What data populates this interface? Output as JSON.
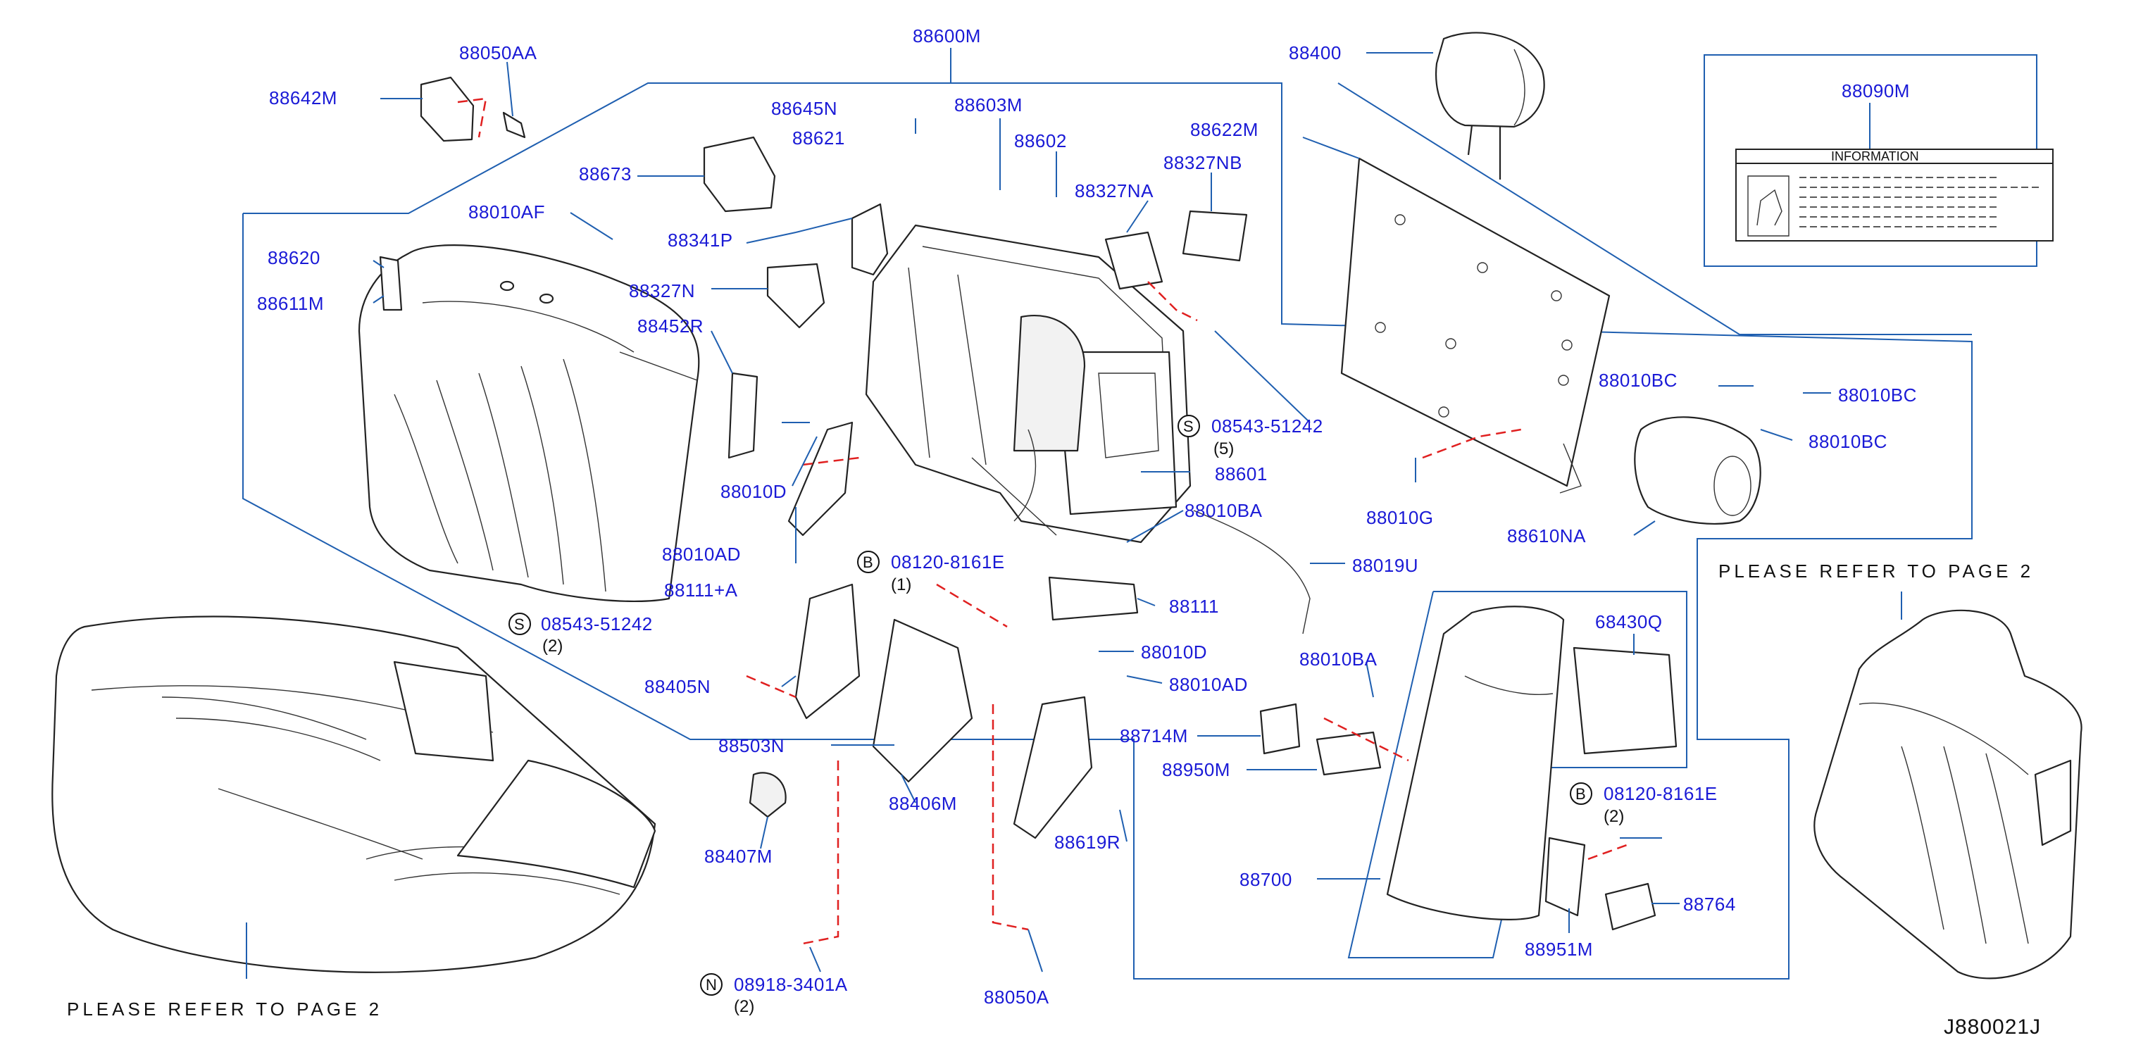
{
  "diagram_code": "J880021J",
  "notes": {
    "page_ref_right": "PLEASE REFER TO PAGE 2",
    "page_ref_left": "PLEASE REFER TO PAGE 2"
  },
  "info_label": {
    "part": "88090M",
    "title": "INFORMATION"
  },
  "parts": {
    "p88050AA": "88050AA",
    "p88642M": "88642M",
    "p88600M": "88600M",
    "p88400": "88400",
    "p88645N": "88645N",
    "p88603M": "88603M",
    "p88621": "88621",
    "p88602": "88602",
    "p88622M": "88622M",
    "p88327NB": "88327NB",
    "p88673": "88673",
    "p88327NA": "88327NA",
    "p88010AF": "88010AF",
    "p88341P": "88341P",
    "p88620": "88620",
    "p88611M": "88611M",
    "p88327N": "88327N",
    "p88452R": "88452R",
    "p88010BC_a": "88010BC",
    "p88010BC_b": "88010BC",
    "p88010BC_c": "88010BC",
    "p88010D": "88010D",
    "p88601": "88601",
    "p88010G": "88010G",
    "p88610NA": "88610NA",
    "p88010AD": "88010AD",
    "p88010BA_a": "88010BA",
    "p88019U": "88019U",
    "p88111A": "88111+A",
    "p88111": "88111",
    "p88010D_b": "88010D",
    "p88010AD_b": "88010AD",
    "p88010BA_b": "88010BA",
    "p68430Q": "68430Q",
    "p88405N": "88405N",
    "p88714M": "88714M",
    "p88503N": "88503N",
    "p88950M": "88950M",
    "p88406M": "88406M",
    "p88619R": "88619R",
    "p88407M": "88407M",
    "p88700": "88700",
    "p88764": "88764",
    "p88951M": "88951M",
    "p88050A": "88050A"
  },
  "fasteners": {
    "s1": {
      "symbol": "S",
      "part": "08543-51242",
      "qty": "(5)"
    },
    "s2": {
      "symbol": "S",
      "part": "08543-51242",
      "qty": "(2)"
    },
    "b1": {
      "symbol": "B",
      "part": "08120-8161E",
      "qty": "(1)"
    },
    "b2": {
      "symbol": "B",
      "part": "08120-8161E",
      "qty": "(2)"
    },
    "n1": {
      "symbol": "N",
      "part": "08918-3401A",
      "qty": "(2)"
    }
  }
}
